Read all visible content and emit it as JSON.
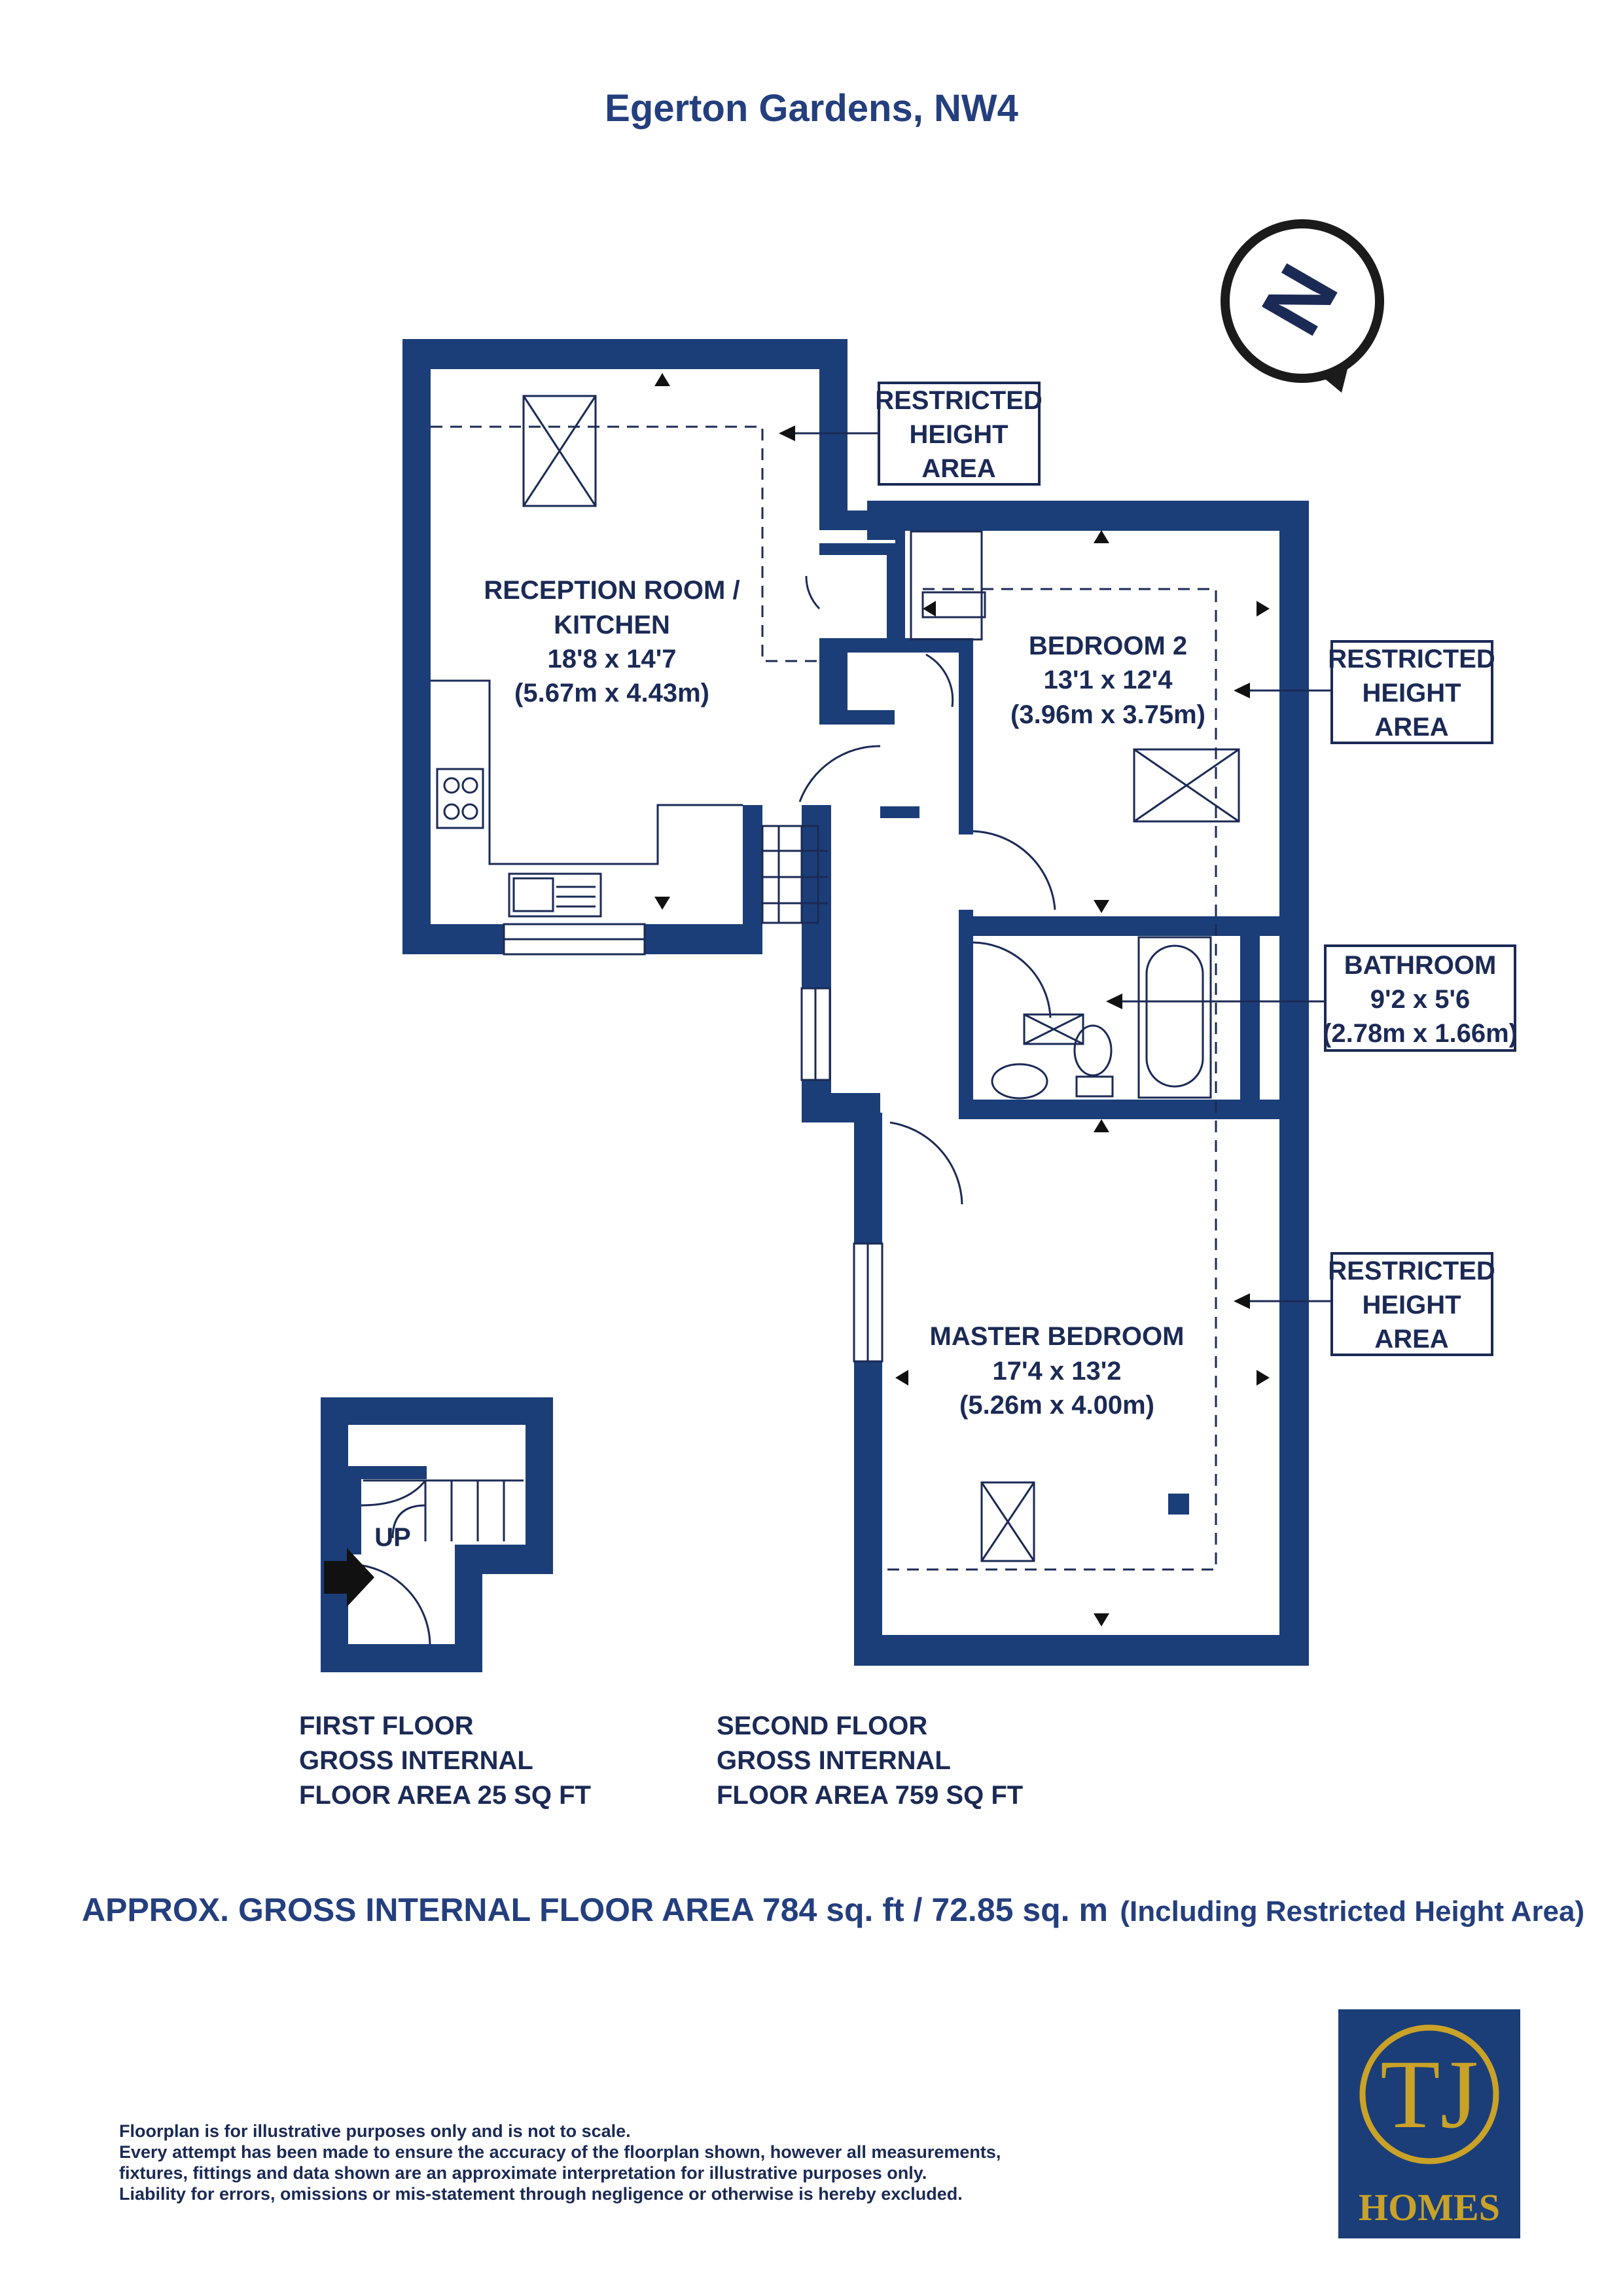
{
  "title": "Egerton Gardens, NW4",
  "compass": {
    "letter": "N",
    "icon": "north-compass-icon"
  },
  "rooms": {
    "reception": {
      "name_line1": "RECEPTION ROOM /",
      "name_line2": "KITCHEN",
      "imperial": "18'8 x 14'7",
      "metric": "(5.67m x 4.43m)"
    },
    "bedroom2": {
      "name": "BEDROOM 2",
      "imperial": "13'1 x 12'4",
      "metric": "(3.96m x 3.75m)"
    },
    "master": {
      "name": "MASTER BEDROOM",
      "imperial": "17'4 x 13'2",
      "metric": "(5.26m x 4.00m)"
    }
  },
  "callouts": {
    "restricted_line1": "RESTRICTED",
    "restricted_line2": "HEIGHT",
    "restricted_line3": "AREA",
    "bathroom": {
      "name": "BATHROOM",
      "imperial": "9'2 x 5'6",
      "metric": "(2.78m x 1.66m)"
    }
  },
  "stairs_label": "UP",
  "floors": {
    "first": {
      "line1": "FIRST FLOOR",
      "line2": "GROSS INTERNAL",
      "line3": "FLOOR AREA 25 SQ FT"
    },
    "second": {
      "line1": "SECOND FLOOR",
      "line2": "GROSS INTERNAL",
      "line3": "FLOOR AREA 759 SQ FT"
    }
  },
  "total_area": {
    "main": "APPROX. GROSS INTERNAL FLOOR AREA 784 sq. ft / 72.85 sq. m",
    "note": "(Including Restricted Height Area)"
  },
  "logo": {
    "monogram": "TJ",
    "wordmark": "HOMES",
    "bg_color": "#1b3e78",
    "gold_color": "#c9a227"
  },
  "disclaimer": [
    "Floorplan is for illustrative purposes only and is not to scale.",
    "Every attempt has been made to ensure the accuracy of the floorplan shown, however all measurements,",
    "fixtures, fittings and data shown are an approximate interpretation for illustrative purposes only.",
    "Liability for errors, omissions or mis-statement through negligence or otherwise is hereby excluded."
  ],
  "colors": {
    "wall": "#1b3e78",
    "text": "#1b2a55",
    "title": "#243f7e"
  }
}
